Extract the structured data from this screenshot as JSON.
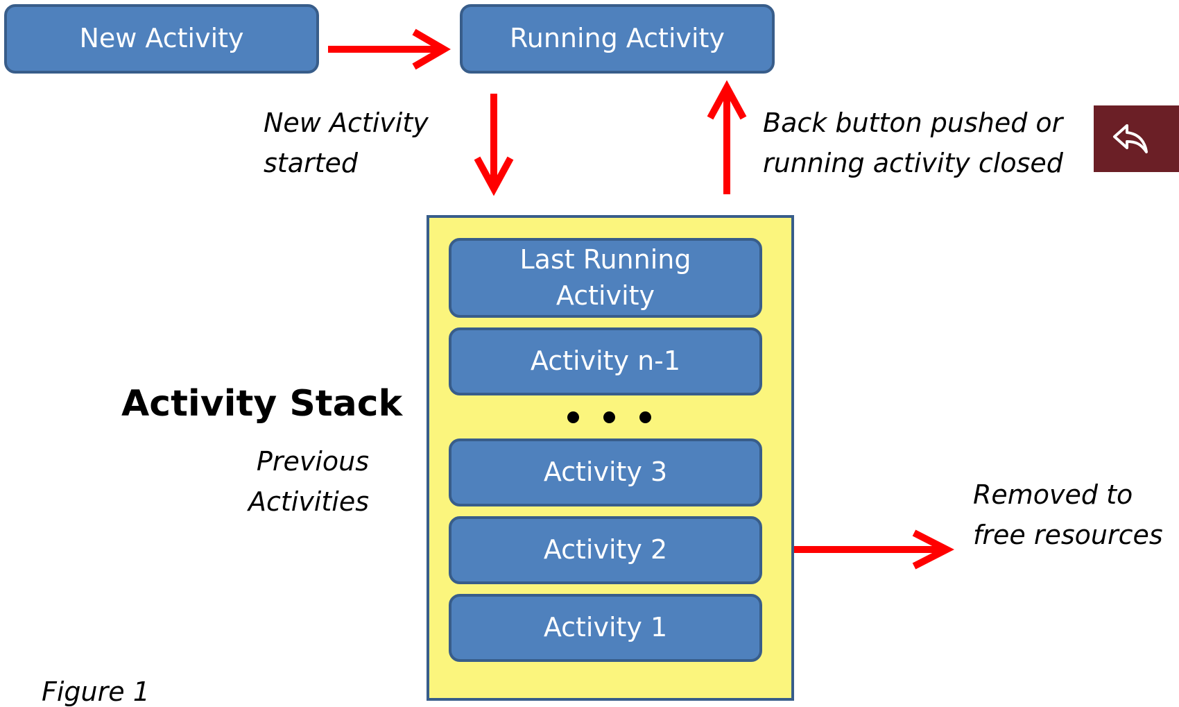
{
  "nodes": {
    "new_activity": "New Activity",
    "running_activity": "Running Activity"
  },
  "captions": {
    "new_activity_started": [
      "New Activity",
      "started"
    ],
    "back_pushed": [
      "Back button pushed or",
      "running activity closed"
    ],
    "previous_activities": [
      "Previous",
      "Activities"
    ],
    "removed": [
      "Removed to",
      "free resources"
    ]
  },
  "stack": {
    "title": "Activity Stack",
    "items": [
      [
        "Last Running",
        "Activity"
      ],
      [
        "Activity n-1"
      ],
      [
        "Activity 3"
      ],
      [
        "Activity 2"
      ],
      [
        "Activity 1"
      ]
    ]
  },
  "figure_label": "Figure 1",
  "icons": {
    "back_button": "reply-arrow-icon"
  },
  "colors": {
    "node_fill": "#4f81bd",
    "node_border": "#385d8a",
    "stack_fill": "#fbf57d",
    "arrow": "#ff0000",
    "back_button_bg": "#6b1f26"
  }
}
